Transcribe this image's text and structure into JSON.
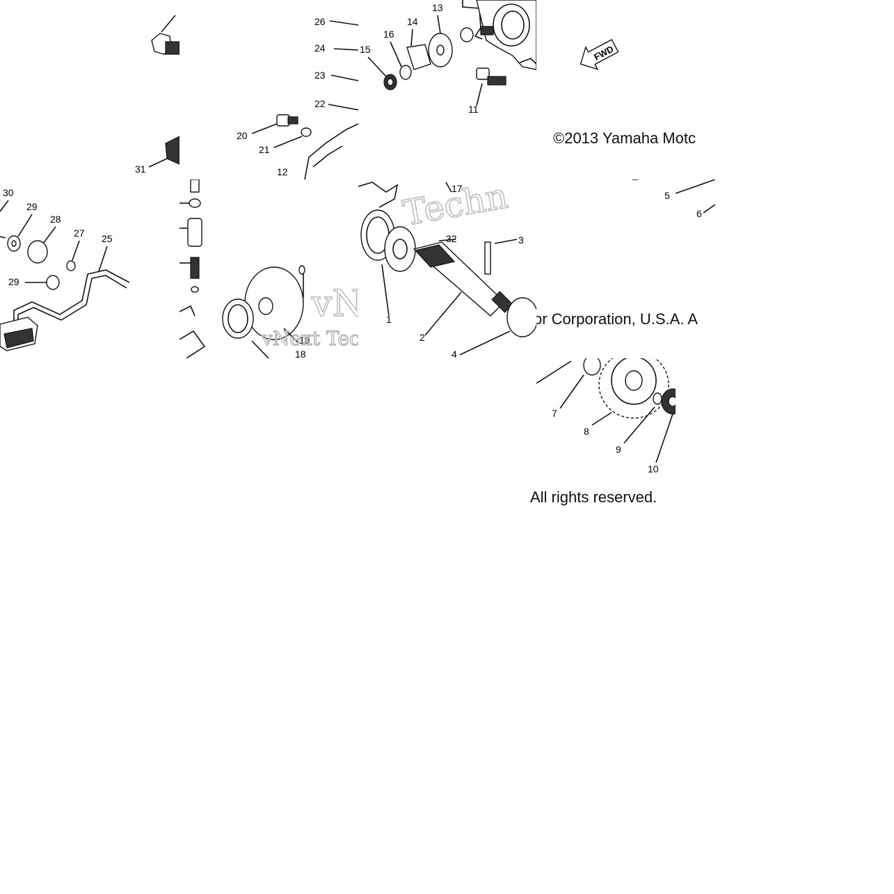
{
  "copyright": {
    "part1": "©2013 Yamaha Motc",
    "part2": "or Corporation, U.S.A. A",
    "part3": "All rights reserved."
  },
  "fwd_mark": "FWD",
  "watermark": {
    "top": "Techn",
    "left": "vNe",
    "bottom": "vNext Tec"
  },
  "callouts": {
    "c1": "1",
    "c2": "2",
    "c3": "3",
    "c4": "4",
    "c5": "5",
    "c6": "6",
    "c7": "7",
    "c8": "8",
    "c9": "9",
    "c10": "10",
    "c11": "11",
    "c12": "12",
    "c13": "13",
    "c14": "14",
    "c15": "15",
    "c16": "16",
    "c17": "17",
    "c18": "18",
    "c19": "19",
    "c20": "20",
    "c21": "21",
    "c22": "22",
    "c23": "23",
    "c24": "24",
    "c25": "25",
    "c26": "26",
    "c27": "27",
    "c28": "28",
    "c29a": "29",
    "c29b": "29",
    "c30": "30",
    "c31": "31",
    "c32": "32"
  }
}
